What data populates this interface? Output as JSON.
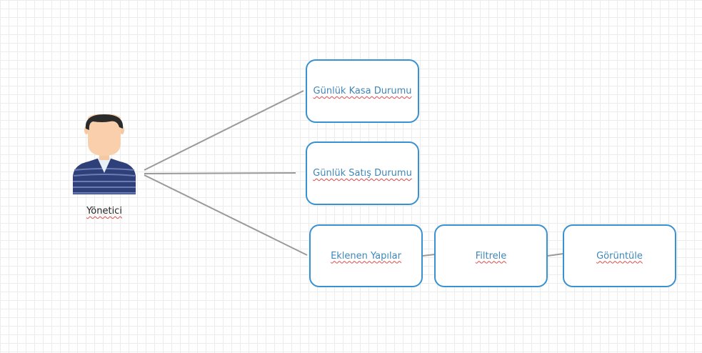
{
  "actor": {
    "label": "Yönetici",
    "icon": "user-avatar-icon"
  },
  "nodes": [
    {
      "id": "kasa",
      "label": "Günlük Kasa Durumu"
    },
    {
      "id": "satis",
      "label": "Günlük Satış Durumu"
    },
    {
      "id": "eklenen",
      "label": "Eklenen Yapılar"
    },
    {
      "id": "filtrele",
      "label": "Filtrele"
    },
    {
      "id": "goruntule",
      "label": "Görüntüle"
    }
  ],
  "colors": {
    "node_border": "#3a91d1",
    "node_text": "#3f86b8",
    "connector": "#9a9a9a",
    "spellcheck_underline": "#e0484a"
  }
}
